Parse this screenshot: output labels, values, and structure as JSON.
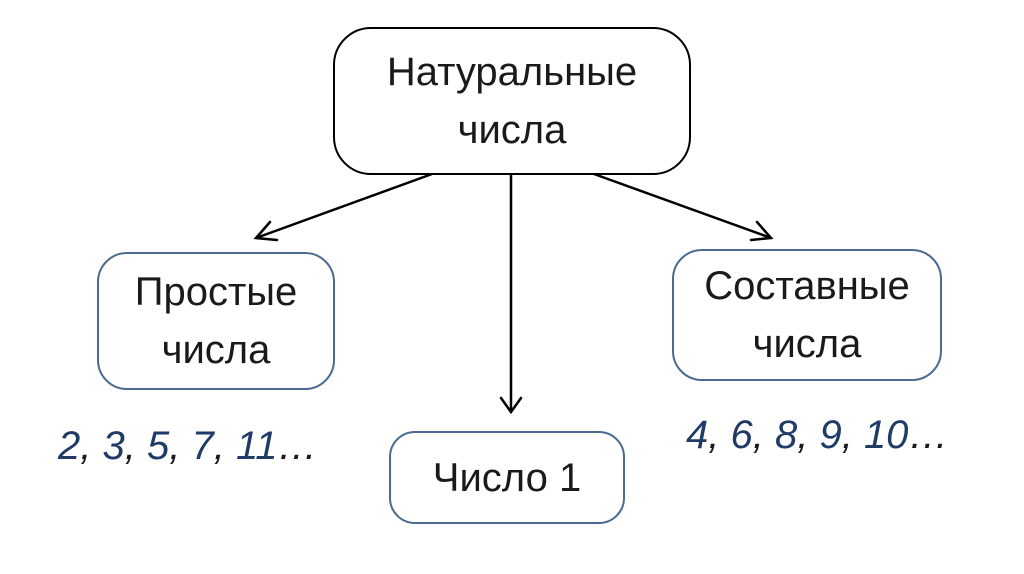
{
  "root": {
    "line1": "Натуральные",
    "line2": "числа"
  },
  "prime": {
    "line1": "Простые",
    "line2": "числа",
    "examples": [
      "2",
      "3",
      "5",
      "7",
      "11"
    ],
    "ellipsis": "…"
  },
  "composite": {
    "line1": "Составные",
    "line2": "числа",
    "examples": [
      "4",
      "6",
      "8",
      "9",
      "10"
    ],
    "ellipsis": "…"
  },
  "one": {
    "label": "Число 1"
  },
  "colors": {
    "border_main": "#000000",
    "border_child": "#4a6a91",
    "example_numbers": "#1f3b66",
    "text": "#1a1a1a"
  }
}
